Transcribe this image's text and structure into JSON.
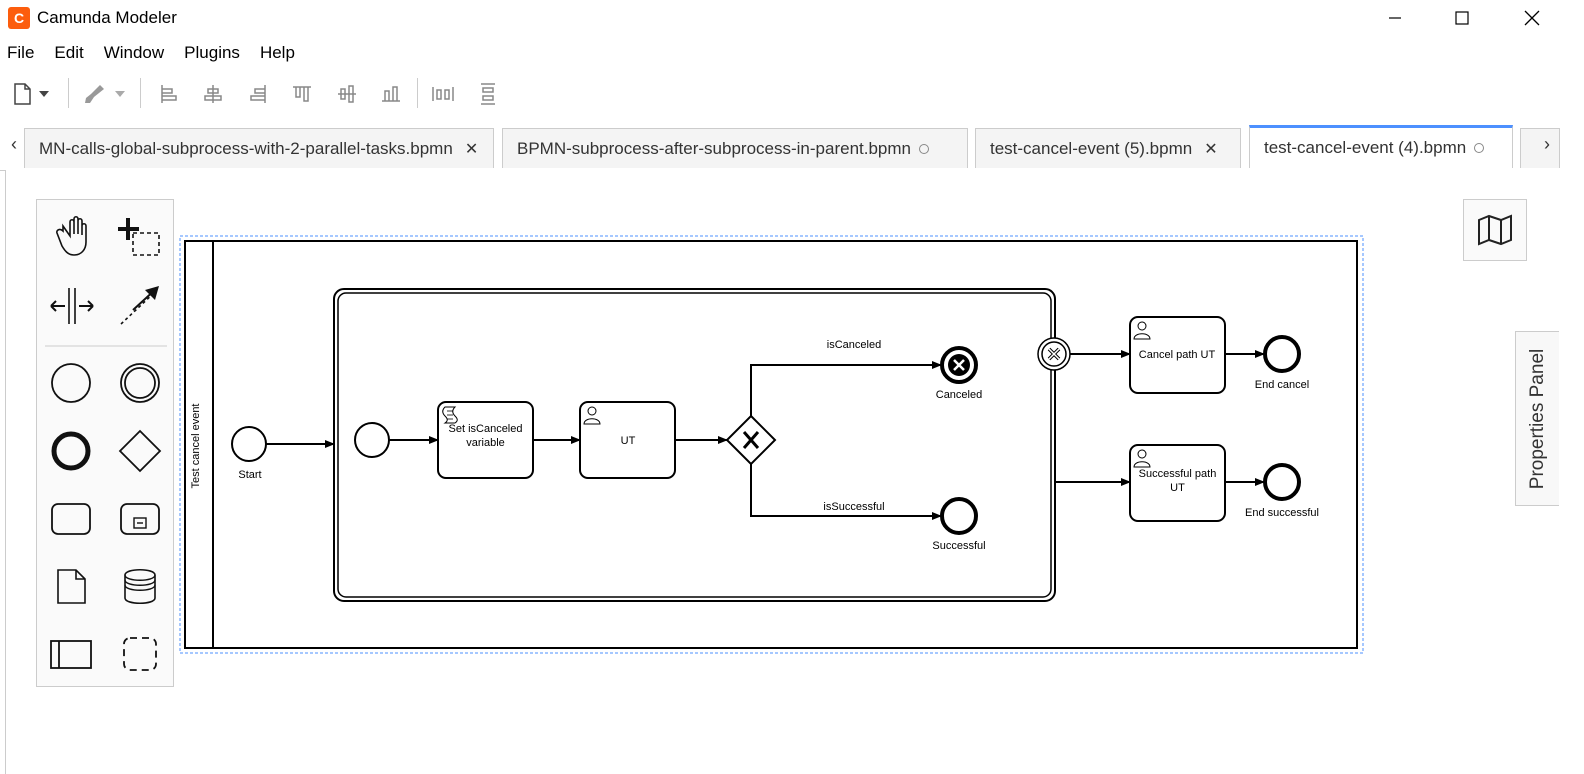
{
  "app": {
    "title": "Camunda Modeler",
    "logo_letter": "C",
    "accent": "#fc5d0d"
  },
  "menu": [
    "File",
    "Edit",
    "Window",
    "Plugins",
    "Help"
  ],
  "tabs": [
    {
      "label": "MN-calls-global-subprocess-with-2-parallel-tasks.bpmn",
      "indicator": "close"
    },
    {
      "label": "BPMN-subprocess-after-subprocess-in-parent.bpmn",
      "indicator": "dot"
    },
    {
      "label": "test-cancel-event (5).bpmn",
      "indicator": "close"
    },
    {
      "label": "test-cancel-event (4).bpmn",
      "indicator": "dot",
      "active": true
    }
  ],
  "diagram": {
    "lane_label": "Test cancel event",
    "start_label": "Start",
    "task_set_var": "Set isCanceled variable",
    "task_ut": "UT",
    "flow_canceled": "isCanceled",
    "flow_successful": "isSuccessful",
    "end_canceled": "Canceled",
    "end_successful_inner": "Successful",
    "task_cancel_path": "Cancel path UT",
    "task_success_path": "Successful path UT",
    "end_cancel": "End cancel",
    "end_successful": "End successful"
  },
  "properties_panel_label": "Properties Panel",
  "selection_color": "#4d90ff"
}
